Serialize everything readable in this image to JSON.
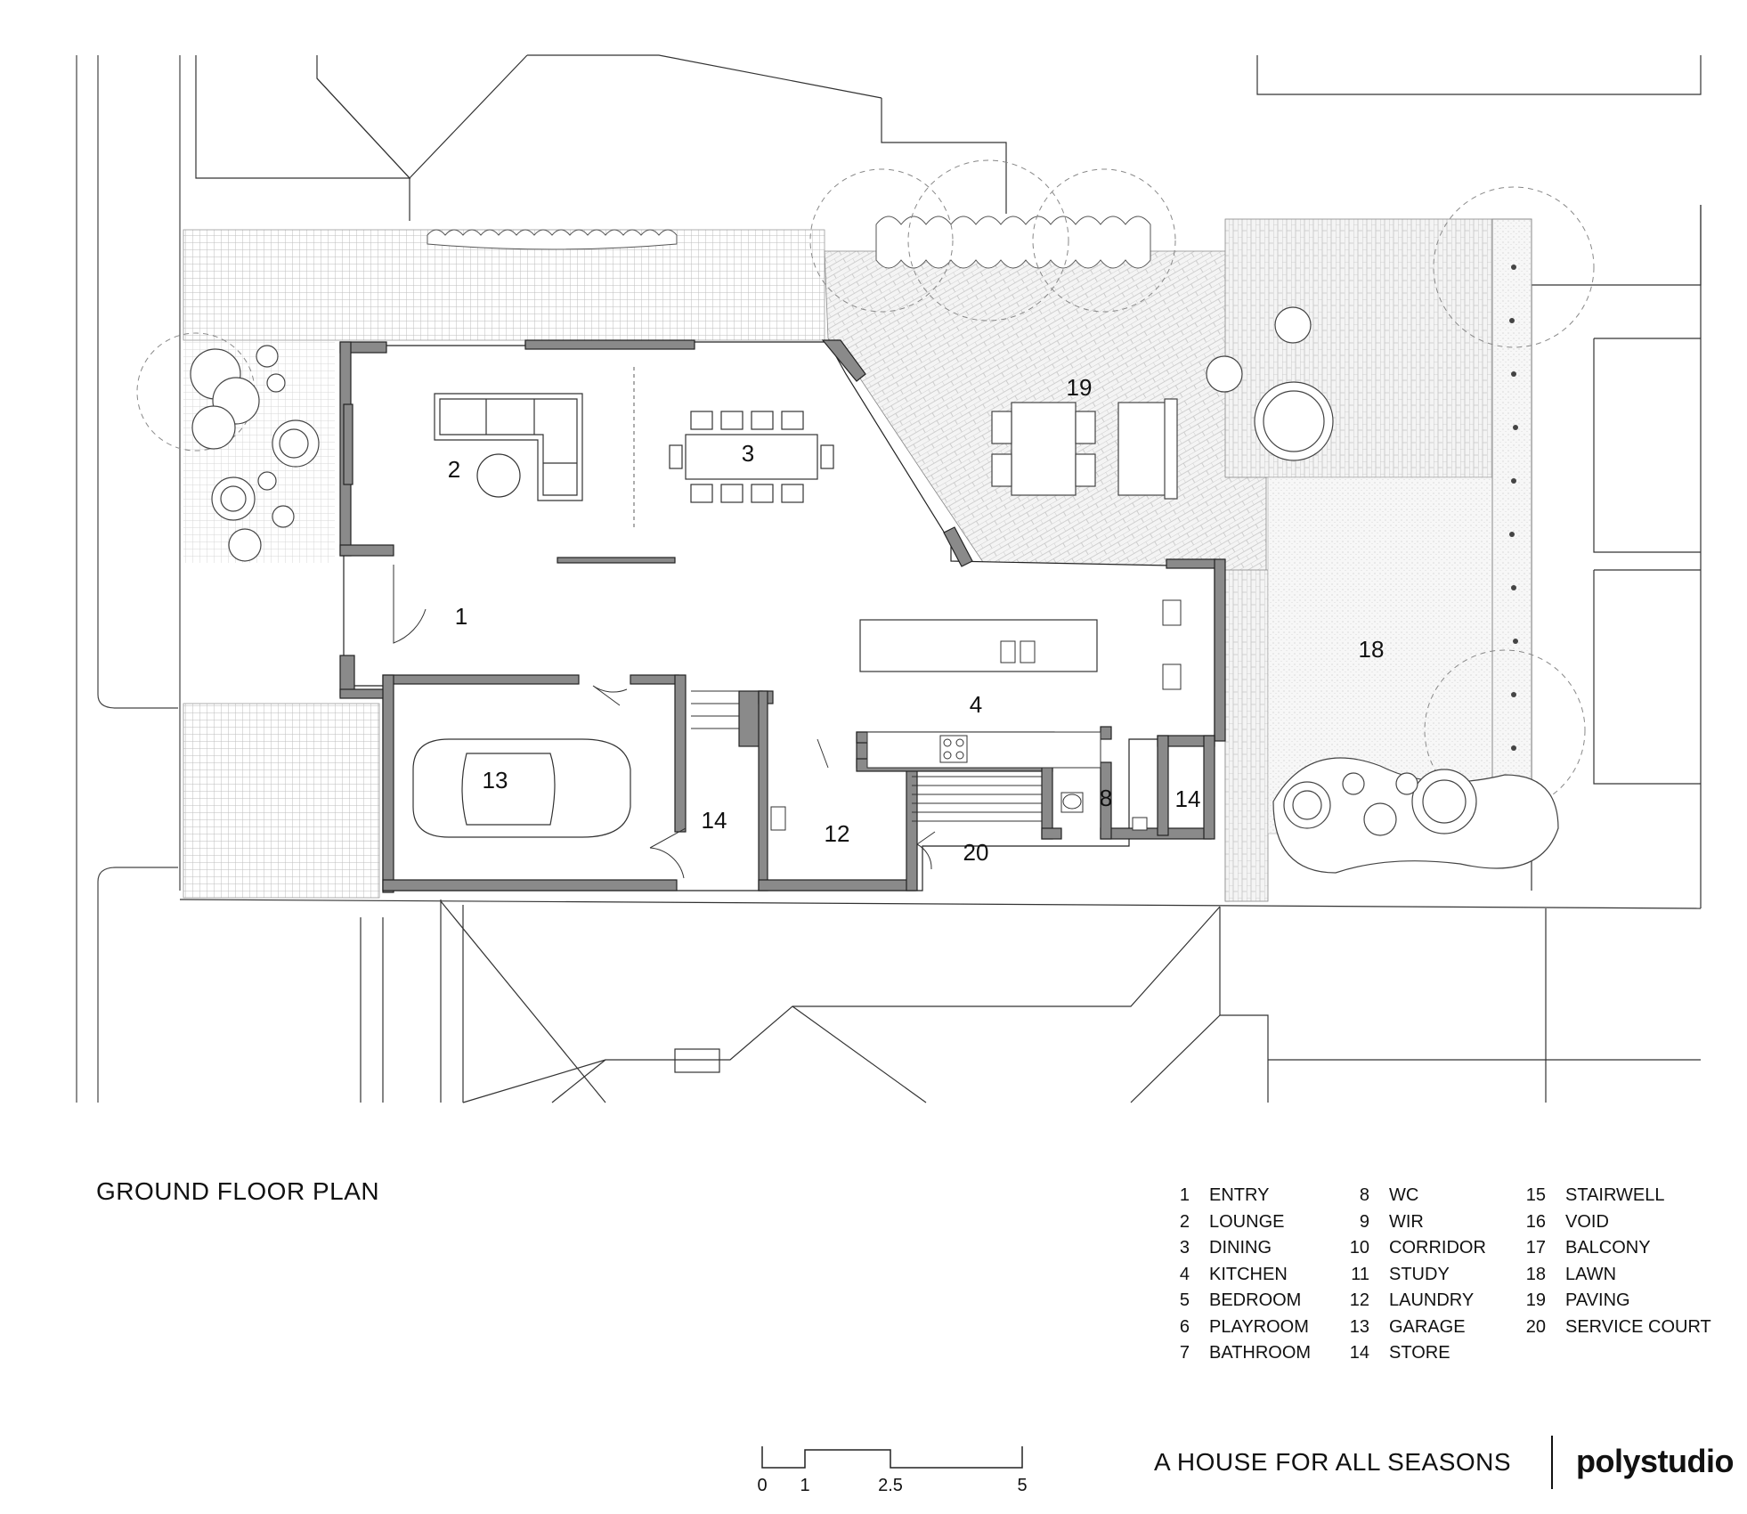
{
  "plan_title": "GROUND FLOOR PLAN",
  "project_title": "A HOUSE FOR ALL SEASONS",
  "brand": "polystudio",
  "room_labels": [
    "1",
    "2",
    "3",
    "4",
    "8",
    "12",
    "13",
    "14",
    "14",
    "18",
    "19",
    "20"
  ],
  "legend": {
    "col1": [
      {
        "num": "1",
        "name": "ENTRY"
      },
      {
        "num": "2",
        "name": "LOUNGE"
      },
      {
        "num": "3",
        "name": "DINING"
      },
      {
        "num": "4",
        "name": "KITCHEN"
      },
      {
        "num": "5",
        "name": "BEDROOM"
      },
      {
        "num": "6",
        "name": "PLAYROOM"
      },
      {
        "num": "7",
        "name": "BATHROOM"
      }
    ],
    "col2": [
      {
        "num": "8",
        "name": "WC"
      },
      {
        "num": "9",
        "name": "WIR"
      },
      {
        "num": "10",
        "name": "CORRIDOR"
      },
      {
        "num": "11",
        "name": "STUDY"
      },
      {
        "num": "12",
        "name": "LAUNDRY"
      },
      {
        "num": "13",
        "name": "GARAGE"
      },
      {
        "num": "14",
        "name": "STORE"
      }
    ],
    "col3": [
      {
        "num": "15",
        "name": "STAIRWELL"
      },
      {
        "num": "16",
        "name": "VOID"
      },
      {
        "num": "17",
        "name": "BALCONY"
      },
      {
        "num": "18",
        "name": "LAWN"
      },
      {
        "num": "19",
        "name": "PAVING"
      },
      {
        "num": "20",
        "name": "SERVICE COURT"
      }
    ]
  },
  "scale_bar": {
    "ticks": [
      "0",
      "1",
      "2.5",
      "5"
    ]
  }
}
